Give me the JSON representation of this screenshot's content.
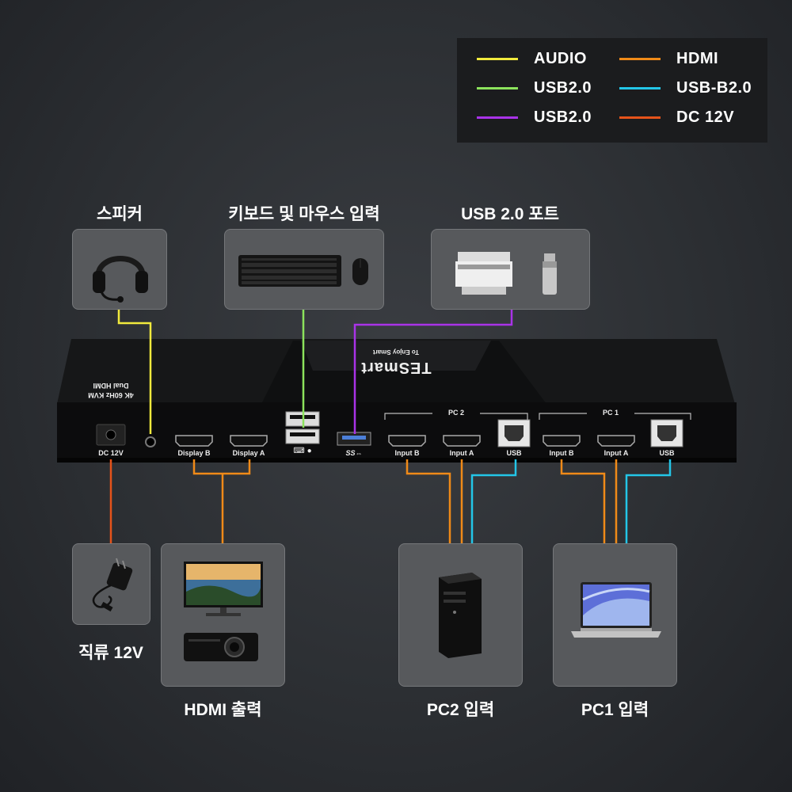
{
  "legend": {
    "items": [
      {
        "label": "AUDIO",
        "color": "#f1ea3d"
      },
      {
        "label": "USB2.0",
        "color": "#8ce35c"
      },
      {
        "label": "USB2.0",
        "color": "#a933e8"
      },
      {
        "label": "HDMI",
        "color": "#f08a18"
      },
      {
        "label": "USB-B2.0",
        "color": "#23c6e8"
      },
      {
        "label": "DC 12V",
        "color": "#e5531a"
      }
    ]
  },
  "captions": {
    "speaker": "스피커",
    "keyboard_mouse": "키보드 및 마우스 입력",
    "usb_port": "USB 2.0 포트",
    "dc": "직류 12V",
    "hdmi_out": "HDMI 출력",
    "pc2": "PC2 입력",
    "pc1": "PC1 입력"
  },
  "device": {
    "brand": "TESmart",
    "tagline": "To Enjoy Smart",
    "model_line1": "Dual HDMI",
    "model_line2": "4K 60Hz KVM",
    "group_pc2": "PC 2",
    "group_pc1": "PC 1",
    "ports": {
      "dc": "DC 12V",
      "display_b": "Display B",
      "display_a": "Display A",
      "usb3": "SS⇔",
      "pc2_input_b": "Input B",
      "pc2_input_a": "Input A",
      "pc2_usb": "USB",
      "pc1_input_b": "Input B",
      "pc1_input_a": "Input A",
      "pc1_usb": "USB"
    }
  },
  "icons": [
    "headphones-icon",
    "keyboard-icon",
    "mouse-icon",
    "printer-icon",
    "usb-drive-icon",
    "power-adapter-icon",
    "monitor-icon",
    "projector-icon",
    "desktop-tower-icon",
    "laptop-icon"
  ]
}
